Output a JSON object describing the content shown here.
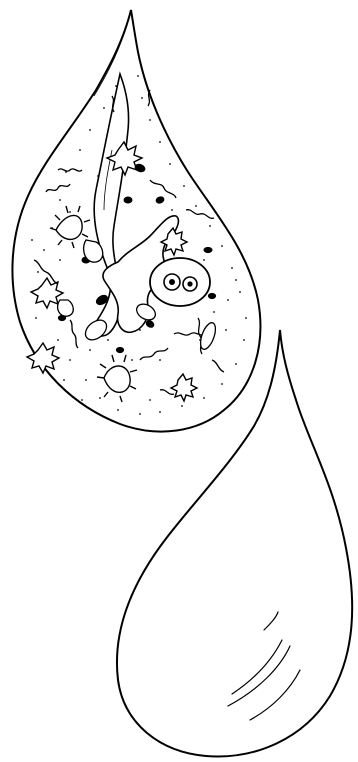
{
  "illustration": {
    "drops": [
      {
        "name": "drop-with-microorganisms",
        "contents": "microorganisms"
      },
      {
        "name": "clear-drop",
        "contents": "empty"
      }
    ],
    "colors": {
      "ink": "#000000",
      "paper": "#ffffff"
    }
  }
}
